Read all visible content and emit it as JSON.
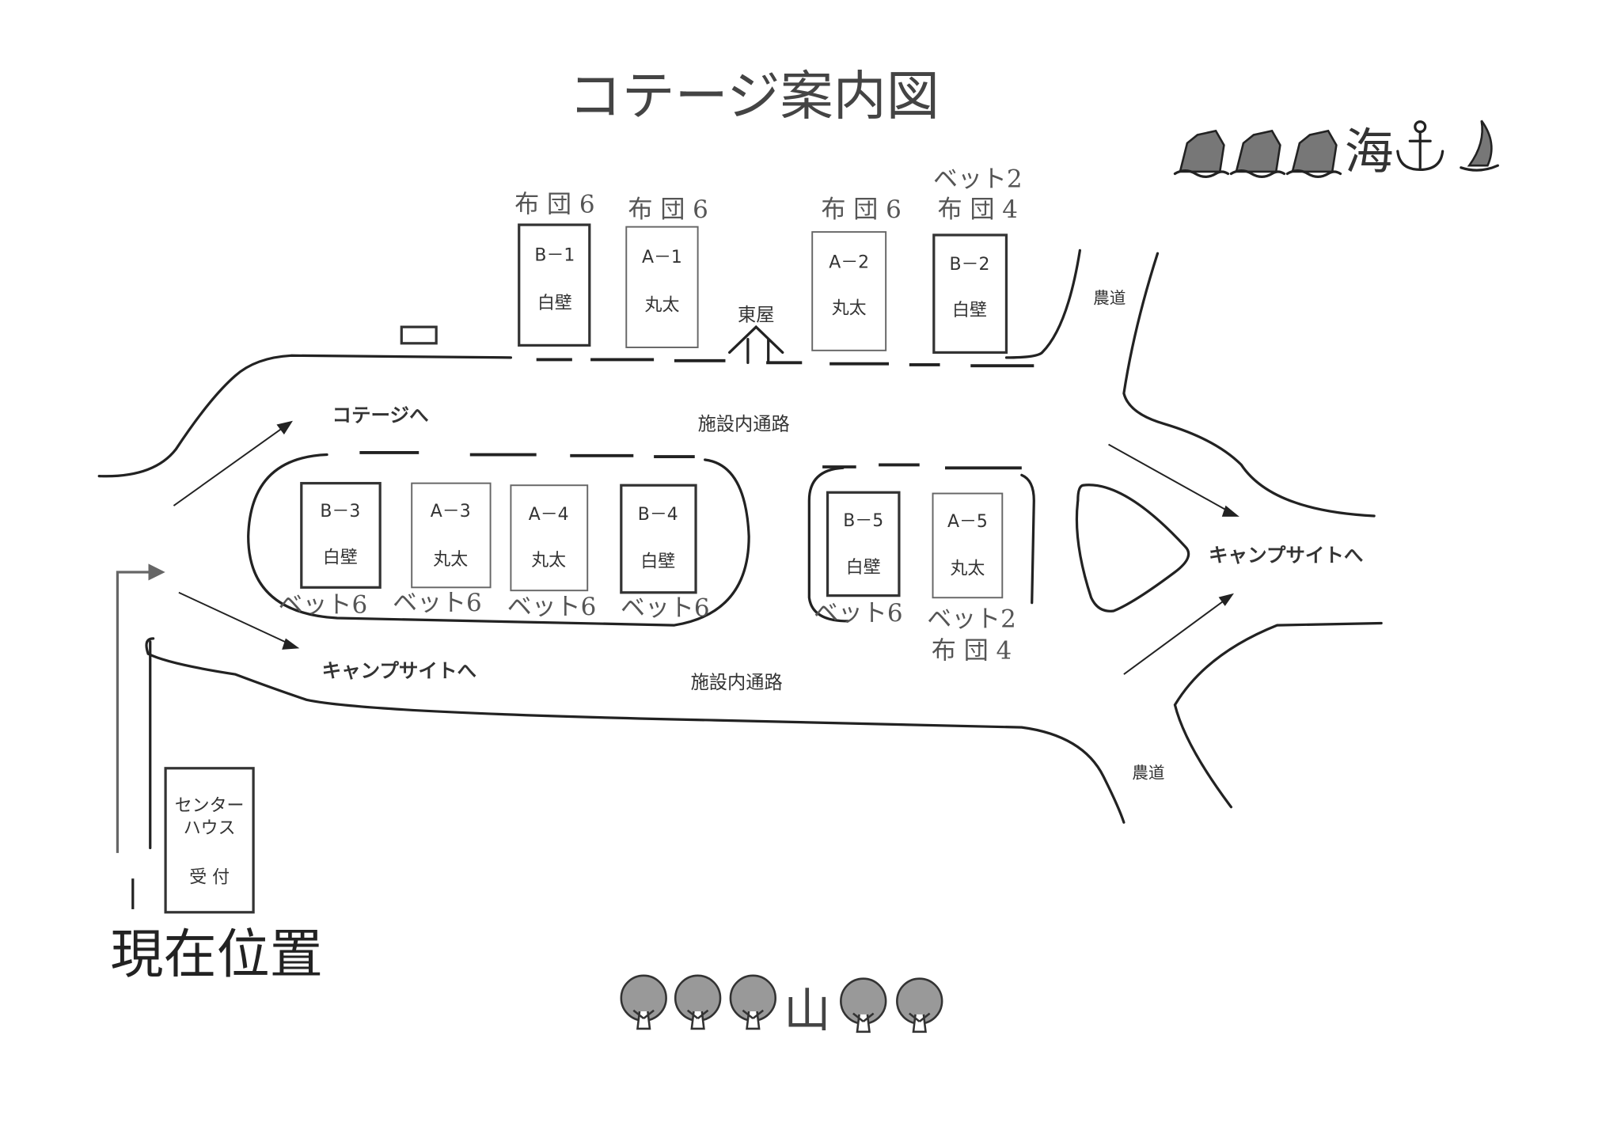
{
  "title": "コテージ案内図",
  "sea": {
    "label": "海",
    "icons": [
      "ship-icon",
      "ship-icon",
      "ship-icon",
      "anchor-icon",
      "sailboat-icon"
    ]
  },
  "mountain": {
    "label": "山",
    "icons": [
      "tree-icon",
      "tree-icon",
      "tree-icon",
      "tree-icon",
      "tree-icon"
    ]
  },
  "current_location": "現在位置",
  "gazebo": "東屋",
  "roads": {
    "to_cottage": "コテージへ",
    "internal_road_top": "施設内通路",
    "internal_road_bottom": "施設内通路",
    "to_campsite_left": "キャンプサイトへ",
    "to_campsite_right": "キャンプサイトへ",
    "farm_road_top": "農道",
    "farm_road_bottom": "農道"
  },
  "center_house": {
    "line1": "センター",
    "line2": "ハウス",
    "line3": "受 付"
  },
  "cottages": [
    {
      "id": "B－1",
      "type": "白壁",
      "capacity": [
        "布 団 6"
      ]
    },
    {
      "id": "A－1",
      "type": "丸太",
      "capacity": [
        "布 団 6"
      ]
    },
    {
      "id": "A－2",
      "type": "丸太",
      "capacity": [
        "布 団 6"
      ]
    },
    {
      "id": "B－2",
      "type": "白壁",
      "capacity": [
        "ベット2",
        "布 団 4"
      ]
    },
    {
      "id": "B－3",
      "type": "白壁",
      "capacity": [
        "ベット6"
      ]
    },
    {
      "id": "A－3",
      "type": "丸太",
      "capacity": [
        "ベット6"
      ]
    },
    {
      "id": "A－4",
      "type": "丸太",
      "capacity": [
        "ベット6"
      ]
    },
    {
      "id": "B－4",
      "type": "白壁",
      "capacity": [
        "ベット6"
      ]
    },
    {
      "id": "B－5",
      "type": "白壁",
      "capacity": [
        "ベット6"
      ]
    },
    {
      "id": "A－5",
      "type": "丸太",
      "capacity": [
        "ベット2",
        "布 団 4"
      ]
    }
  ]
}
